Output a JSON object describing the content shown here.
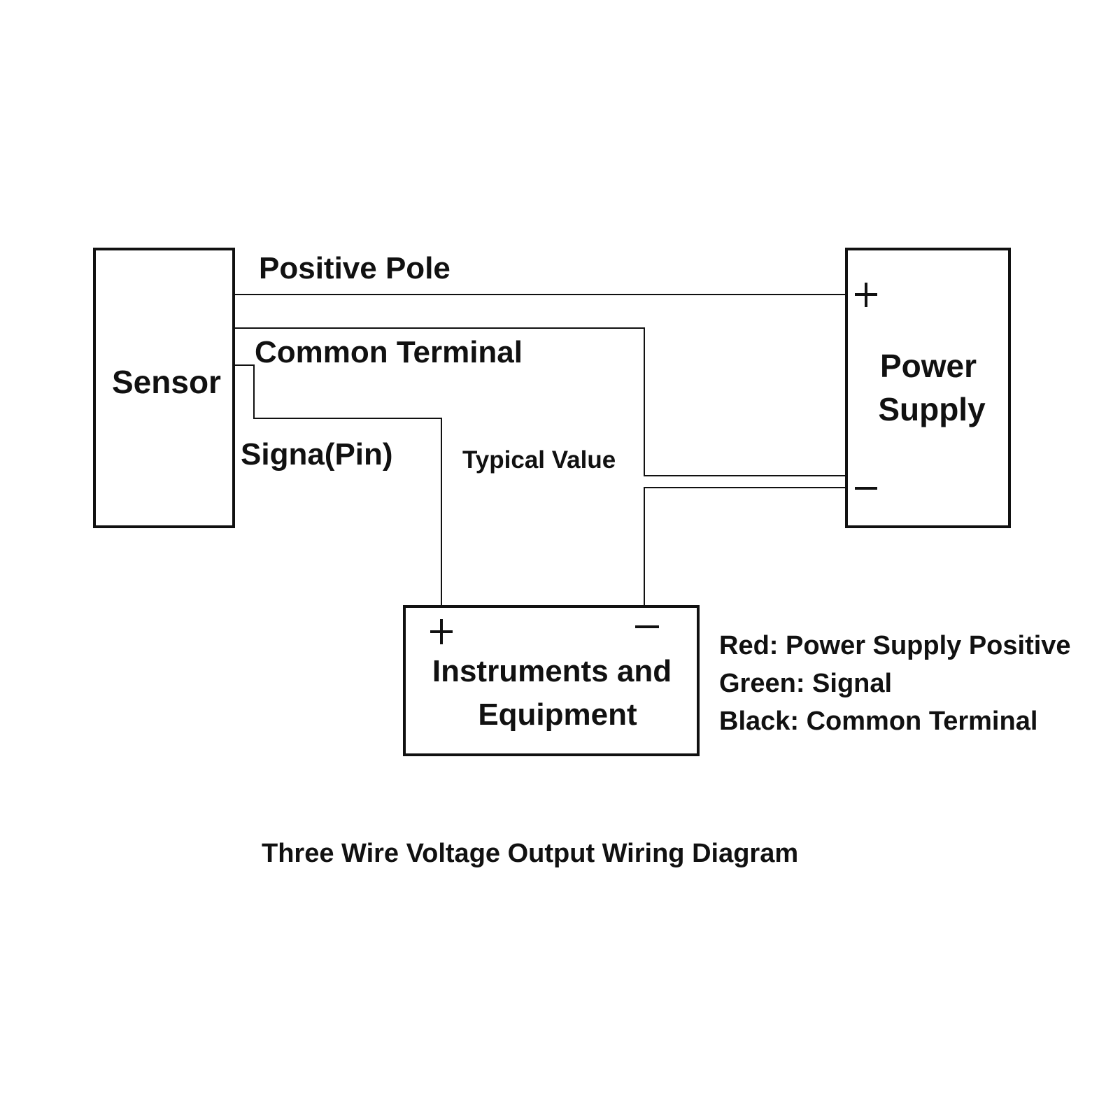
{
  "sensor": {
    "label": "Sensor"
  },
  "power_supply": {
    "label_line1": "Power",
    "label_line2": "Supply",
    "positive_symbol": "+",
    "negative_symbol": "−"
  },
  "instruments": {
    "label_line1": "Instruments and",
    "label_line2": "Equipment",
    "positive_symbol": "+",
    "negative_symbol": "−"
  },
  "wires": {
    "positive_pole": "Positive Pole",
    "common_terminal": "Common Terminal",
    "signal": "Signa(Pin)",
    "typical_value": "Typical Value"
  },
  "legend": [
    "Red: Power Supply Positive",
    "Green: Signal",
    "Black: Common Terminal"
  ],
  "caption": "Three Wire Voltage Output Wiring Diagram"
}
